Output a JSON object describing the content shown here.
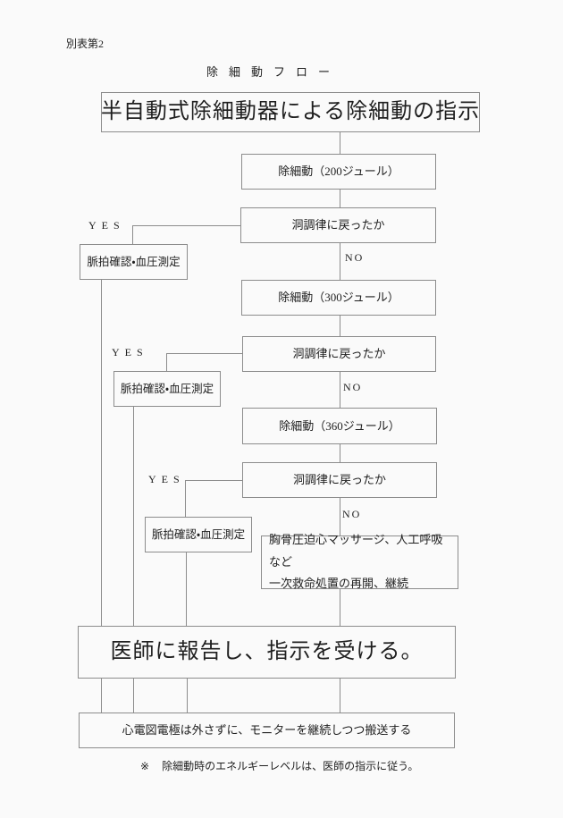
{
  "page": {
    "corner_label": "別表第2",
    "title": "除細動フロー",
    "note_marker": "※",
    "note_text": "除細動時のエネルギーレベルは、医師の指示に従う。"
  },
  "flow": {
    "instruction": "半自動式除細動器による除細動の指示",
    "defib_200": "除細動（200ジュール）",
    "defib_300": "除細動（300ジュール）",
    "defib_360": "除細動（360ジュール）",
    "sinus_check": "洞調律に戻ったか",
    "pulse_check": "脈拍確認・血圧測定",
    "cpr_line1": "胸骨圧迫心マッサージ、人工呼吸など",
    "cpr_line2": "一次救命処置の再開、継続",
    "report": "医師に報告し、指示を受ける。",
    "transport": "心電図電極は外さずに、モニターを継続しつつ搬送する",
    "yes_label": "YES",
    "no_label": "NO"
  }
}
